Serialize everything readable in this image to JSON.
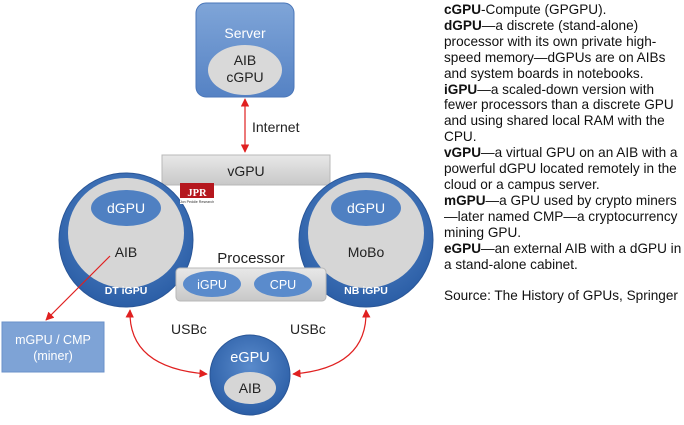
{
  "diagram": {
    "server": {
      "title": "Server",
      "inner_line1": "AIB",
      "inner_line2": "cGPU"
    },
    "internet_label": "Internet",
    "vgpu_label": "vGPU",
    "logo": {
      "text": "JPR",
      "subtext": "Jon Peddie Research"
    },
    "left_node": {
      "inner_label": "dGPU",
      "label": "AIB",
      "badge": "DT iGPU"
    },
    "right_node": {
      "inner_label": "dGPU",
      "label": "MoBo",
      "badge": "NB iGPU"
    },
    "processor": {
      "title": "Processor",
      "igpu": "iGPU",
      "cpu": "CPU"
    },
    "mgpu_box": {
      "line1": "mGPU / CMP",
      "line2": "(miner)"
    },
    "usb_left": "USBc",
    "usb_right": "USBc",
    "egpu": {
      "title": "eGPU",
      "inner_label": "AIB"
    },
    "colors": {
      "blue_dark": "#2e63a8",
      "blue_mid": "#4e7fc1",
      "blue_light": "#8aaedb",
      "grey": "#d4d4d4",
      "arrow": "#e02020"
    }
  },
  "definitions": [
    {
      "term": "cGPU",
      "text": "-Compute (GPGPU)."
    },
    {
      "term": "dGPU",
      "text": "—a discrete (stand-alone) processor with its own private high-speed memory—dGPUs are on AIBs and system boards in notebooks."
    },
    {
      "term": "iGPU",
      "text": "—a scaled-down version with fewer processors than a discrete GPU and using shared local RAM with the CPU."
    },
    {
      "term": "vGPU",
      "text": "—a virtual GPU on an AIB with a powerful dGPU located remotely in the cloud or a campus server."
    },
    {
      "term": "mGPU",
      "text": "—a GPU used by crypto miners—later named CMP—a cryptocurrency mining GPU."
    },
    {
      "term": "eGPU",
      "text": "—an external AIB with a dGPU in a stand-alone cabinet."
    }
  ],
  "source": "Source: The History of GPUs, Springer"
}
